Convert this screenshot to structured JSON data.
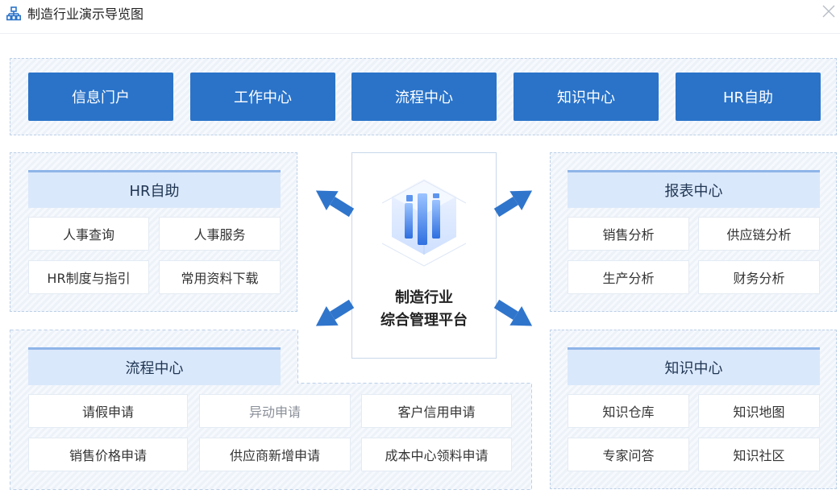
{
  "window": {
    "title": "制造行业演示导览图"
  },
  "top_nav": [
    "信息门户",
    "工作中心",
    "流程中心",
    "知识中心",
    "HR自助"
  ],
  "center": {
    "line1": "制造行业",
    "line2": "综合管理平台"
  },
  "sections": {
    "hr": {
      "title": "HR自助",
      "items": [
        "人事查询",
        "人事服务",
        "HR制度与指引",
        "常用资料下载"
      ]
    },
    "report": {
      "title": "报表中心",
      "items": [
        "销售分析",
        "供应链分析",
        "生产分析",
        "财务分析"
      ]
    },
    "process": {
      "title": "流程中心",
      "items": [
        "请假申请",
        "异动申请",
        "客户信用申请",
        "销售价格申请",
        "供应商新增申请",
        "成本中心领料申请"
      ]
    },
    "knowledge": {
      "title": "知识中心",
      "items": [
        "知识仓库",
        "知识地图",
        "专家问答",
        "知识社区"
      ]
    }
  },
  "colors": {
    "nav_button": "#2a73c9",
    "section_header": "#dae8fb",
    "arrow": "#2f75cc"
  },
  "icons": {
    "title": "sitemap-icon",
    "close": "close-icon",
    "center": "platform-3d-bars-icon"
  }
}
